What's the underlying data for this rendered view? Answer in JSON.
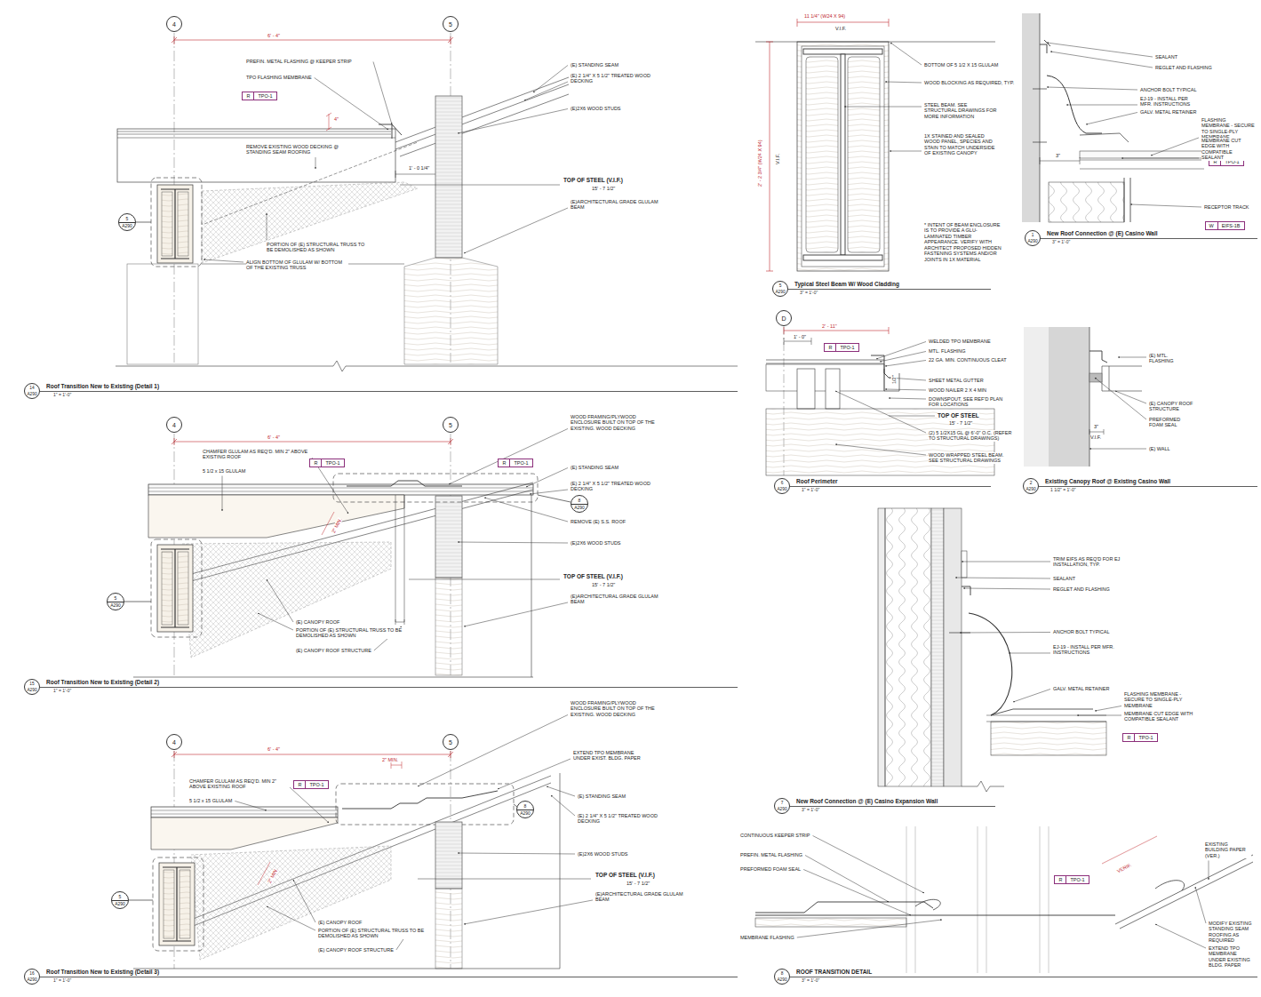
{
  "diagram": {
    "nodes": [
      {
        "text": [
          "4"
        ]
      },
      {
        "text": [
          "5"
        ]
      },
      {
        "text": [
          "R",
          "TPO-1"
        ]
      },
      {
        "text": [
          "5",
          "A290"
        ]
      },
      {
        "text": [
          "14",
          "A290",
          "Roof Transition New to Existing (Detail 1)"
        ]
      },
      {
        "text": [
          "4"
        ]
      },
      {
        "text": [
          "5"
        ]
      },
      {
        "text": [
          "R",
          "TPO-1"
        ]
      },
      {
        "text": [
          "R",
          "TPO-1"
        ]
      },
      {
        "text": [
          "8",
          "A290"
        ]
      },
      {
        "text": [
          "5",
          "A290"
        ]
      },
      {
        "text": [
          "15",
          "A290",
          "Roof Transition New to Existing (Detail 2)"
        ]
      },
      {
        "text": [
          "4"
        ]
      },
      {
        "text": [
          "5"
        ]
      },
      {
        "text": [
          "R",
          "TPO-1"
        ]
      },
      {
        "text": [
          "8",
          "A290"
        ]
      },
      {
        "text": [
          "5",
          "A290"
        ]
      },
      {
        "text": [
          "16",
          "A290",
          "Roof Transition New to Existing (Detail 3)"
        ]
      },
      {
        "text": [
          "5",
          "A290",
          "Typical Steel Beam W/ Wood Cladding"
        ]
      },
      {
        "text": [
          "R",
          "TPO-1"
        ]
      },
      {
        "text": [
          "W",
          "EIFS-1B"
        ]
      },
      {
        "text": [
          "1",
          "A290",
          "New Roof Connection @ (E) Casino Wall"
        ]
      },
      {
        "text": [
          "D"
        ]
      },
      {
        "text": [
          "R",
          "TPO-1"
        ]
      },
      {
        "text": [
          "6",
          "A290",
          "Roof Perimeter"
        ]
      },
      {
        "text": [
          "2",
          "A290",
          "Existing Canopy Roof @ Existing Casino Wall"
        ]
      },
      {
        "text": [
          "R",
          "TPO-1"
        ]
      },
      {
        "text": [
          "7",
          "A290",
          "New Roof Connection @ (E) Casino Expansion Wall"
        ]
      },
      {
        "text": [
          "R",
          "TPO-1"
        ]
      },
      {
        "text": [
          "8",
          "A290",
          "ROOF TRANSITION DETAIL"
        ]
      }
    ],
    "labels": [
      "6' - 4\"",
      "PREFIN. METAL FLASHING @ KEEPER STRIP",
      "TPO FLASHING MEMBRANE",
      "(E) STANDING SEAM",
      "(E) 2 1/4\" X 5 1/2\" TREATED WOOD DECKING",
      "(E)2X6 WOOD STUDS",
      "4\"",
      "REMOVE EXISTING WOOD DECKING @ STANDING SEAM ROOFING",
      "1' - 0 1/4\"",
      "TOP OF STEEL (V.I.F.)",
      "15' - 7 1/2\"",
      "(E)ARCHITECTURAL GRADE GLULAM BEAM",
      "PORTION OF (E) STRUCTURAL TRUSS TO BE DEMOLISHED AS SHOWN",
      "ALIGN BOTTOM OF GLULAM W/ BOTTOM OF THE EXISTING TRUSS",
      "1\" = 1'-0\"",
      "6' - 4\"",
      "CHAMFER GLULAM AS REQ'D. MIN 2\" ABOVE EXISTING ROOF",
      "5 1/2 x 15 GLULAM",
      "WOOD FRAMING/PLYWOOD ENCLOSURE BUILT ON TOP OF THE EXISTING. WOOD DECKING",
      "(E) STANDING SEAM",
      "(E) 2 1/4\" X 5 1/2\" TREATED WOOD DECKING",
      "REMOVE (E) S.S. ROOF",
      "(E)2X6 WOOD STUDS",
      "2\" MIN.",
      "TOP OF STEEL (V.I.F.)",
      "15' - 7 1/2\"",
      "(E)ARCHITECTURAL GRADE GLULAM BEAM",
      "2\" MIN.",
      "(E) CANOPY ROOF",
      "PORTION OF (E) STRUCTURAL TRUSS TO BE DEMOLISHED AS SHOWN",
      "(E) CANOPY ROOF STRUCTURE",
      "1\" = 1'-0\"",
      "6' - 4\"",
      "2\" MIN.",
      "WOOD FRAMING/PLYWOOD ENCLOSURE BUILT ON TOP OF THE EXISTING. WOOD DECKING",
      "EXTEND TPO MEMBRANE UNDER EXIST. BLDG. PAPER",
      "(E) STANDING SEAM",
      "CHAMFER GLULAM AS REQ'D. MIN 2\" ABOVE EXISTING ROOF",
      "5 1/2 x 15 GLULAM",
      "(E) 2 1/4\" X 5 1/2\" TREATED WOOD DECKING",
      "(E)2X6 WOOD STUDS",
      "2\" MIN.",
      "TOP OF STEEL (V.I.F.)",
      "15' - 7 1/2\"",
      "(E)ARCHITECTURAL GRADE GLULAM BEAM",
      "(E) CANOPY ROOF",
      "PORTION OF (E) STRUCTURAL TRUSS TO BE DEMOLISHED AS SHOWN",
      "(E) CANOPY ROOF STRUCTURE",
      "1\" = 1'-0\"",
      "11 1/4\" (W24 X 94)",
      "V.I.F.",
      "2' - 2 3/4\" (W24 X 94)",
      "V.I.F.",
      "BOTTOM OF 5 1/2 X 15 GLULAM",
      "WOOD BLOCKING AS REQUIRED, TYP.",
      "STEEL BEAM. SEE STRUCTURAL DRAWINGS FOR MORE INFORMATION",
      "1X STAINED AND SEALED WOOD PANEL, SPECIES AND STAIN TO MATCH UNDERSIDE OF EXISTING CANOPY",
      "* INTENT OF BEAM ENCLOSURE IS TO PROVIDE A GLU-LAMINATED TIMBER APPEARANCE. VERIFY WITH ARCHITECT PROPOSED HIDDEN FASTENING SYSTEMS AND/OR JOINTS IN 1X MATERIAL",
      "3\" = 1'-0\"",
      "SEALANT",
      "REGLET AND FLASHING",
      "ANCHOR BOLT TYPICAL",
      "EJ-19 - INSTALL PER MFR. INSTRUCTIONS",
      "GALV. METAL RETAINER",
      "FLASHING MEMBRANE - SECURE TO SINGLE-PLY MEMBRANE",
      "MEMBRANE CUT EDGE WITH COMPATIBLE SEALANT",
      "3\"",
      "RECEPTOR TRACK",
      "3\" = 1'-0\"",
      "2' - 11\"",
      "1' - 0\"",
      "WELDED TPO MEMBRANE",
      "MTL. FLASHING",
      "22 GA. MIN. CONTINUOUS CLEAT",
      "1/2\"",
      "SHEET METAL GUTTER",
      "WOOD NAILER 2 X 4 MIN",
      "DOWNSPOUT, SEE REF'D PLAN FOR LOCATIONS",
      "TOP OF STEEL",
      "15' - 7 1/2\"",
      "(2) 5 1/2X15 GL @ 6'-0\" O.C. (REFER TO STRUCTURAL DRAWINGS)",
      "WOOD WRAPPED STEEL BEAM. SEE STRUCTURAL DRAWINGS",
      "1\" = 1'-0\"",
      "(E) MTL. FLASHING",
      "(E) CANOPY ROOF STRUCTURE",
      "PREFORMED FOAM SEAL",
      "3\"",
      "V.I.F.",
      "(E) WALL",
      "1 1/2\" = 1'-0\"",
      "TRIM EIFS AS REQ'D FOR EJ INSTALLATION, TYP.",
      "SEALANT",
      "REGLET AND FLASHING",
      "ANCHOR BOLT TYPICAL",
      "EJ-19 - INSTALL PER MFR. INSTRUCTIONS",
      "GALV. METAL RETAINER",
      "FLASHING MEMBRANE - SECURE TO SINGLE-PLY MEMBRANE",
      "MEMBRANE CUT EDGE WITH COMPATIBLE SEALANT",
      "3\" = 1'-0\"",
      "CONTINUOUS KEEPER STRIP",
      "PREFIN. METAL FLASHING",
      "PREFORMED FOAM SEAL",
      "MEMBRANE FLASHING",
      "VERIF.",
      "EXISTING BUILDING PAPER (VER.)",
      "MODIFY EXISTING STANDING SEAM ROOFING AS REQUIRED",
      "EXTEND TPO MEMBRANE UNDER EXISTING BLDG. PAPER",
      "3\" = 1'-0\""
    ]
  }
}
